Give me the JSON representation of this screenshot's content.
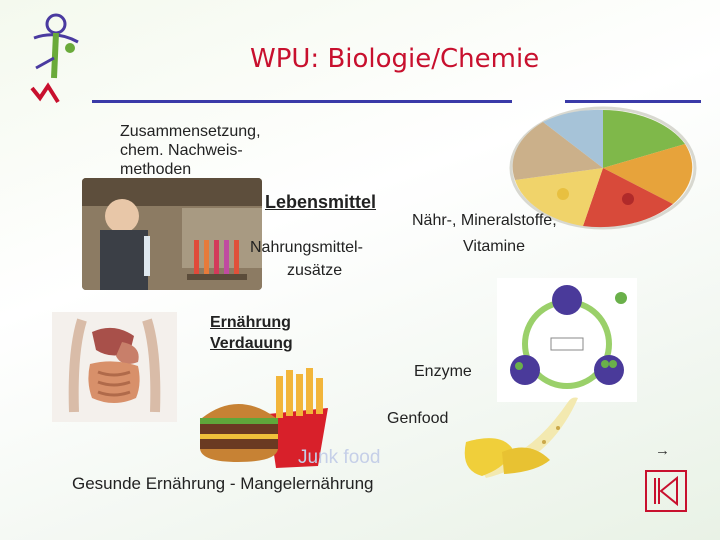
{
  "slide": {
    "title": "WPU: Biologie/Chemie",
    "topic_composition": [
      "Zusammensetzung,",
      "chem. Nachweis-",
      "methoden"
    ],
    "center_label": "Lebensmittel",
    "nutrients": [
      "Nähr-, Mineralstoffe,",
      "Vitamine"
    ],
    "additives": [
      "Nahrungsmittel-",
      "zusätze"
    ],
    "digestion": [
      "Ernährung",
      "Verdauung"
    ],
    "enzymes": "Enzyme",
    "genfood": "Genfood",
    "junkfood": "Junk food",
    "bottom_line": "Gesunde Ernährung - Mangelernährung",
    "arrow_glyph": "→"
  },
  "icons": [
    "logo-figure-icon",
    "lab-student-photo",
    "food-plate-photo",
    "digestive-system-image",
    "enzyme-diagram-image",
    "burger-fries-image",
    "banana-image",
    "next-arrow-icon",
    "end-slide-icon"
  ]
}
